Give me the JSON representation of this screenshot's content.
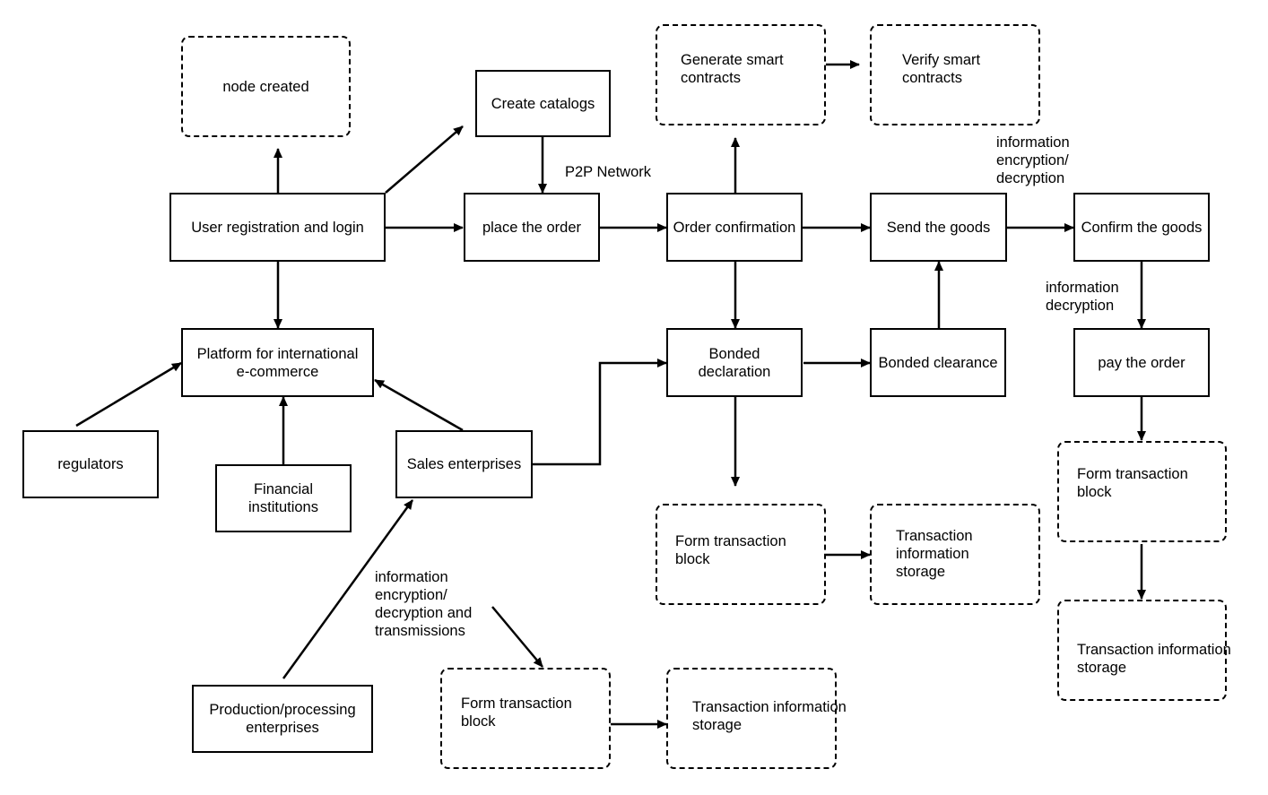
{
  "nodes": {
    "node_created": "node created",
    "create_catalogs": "Create catalogs",
    "generate_smart_contracts": "Generate smart\ncontracts",
    "verify_smart_contracts": "Verify smart\ncontracts",
    "user_registration": "User registration and login",
    "place_order": "place the order",
    "order_confirmation": "Order confirmation",
    "send_goods": "Send the goods",
    "confirm_goods": "Confirm the goods",
    "platform": "Platform for international\ne-commerce",
    "bonded_declaration": "Bonded\ndeclaration",
    "bonded_clearance": "Bonded clearance",
    "pay_order": "pay the order",
    "regulators": "regulators",
    "financial_institutions": "Financial\ninstitutions",
    "sales_enterprises": "Sales enterprises",
    "form_block_mid": "Form transaction\nblock",
    "storage_mid": "Transaction information\nstorage",
    "form_block_right": "Form transaction\nblock",
    "storage_right": "Transaction information\nstorage",
    "production_enterprises": "Production/processing\nenterprises",
    "form_block_bottom": "Form transaction\nblock",
    "storage_bottom": "Transaction information\nstorage"
  },
  "labels": {
    "p2p_network": "P2P Network",
    "info_encryption_decryption": "information\nencryption/\ndecryption",
    "info_decryption": "information\ndecryption",
    "info_encryption_transmissions": "information\nencryption/\ndecryption and\ntransmissions"
  }
}
